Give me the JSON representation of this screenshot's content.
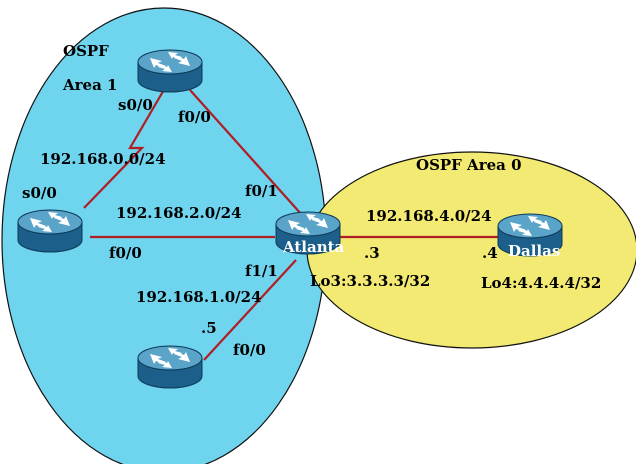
{
  "colors": {
    "area1_fill": "#6fd4ee",
    "area0_fill": "#f2ea72",
    "link": "#b01e24",
    "router_top": "#5aa3c9",
    "router_side": "#1b5f8a",
    "router_arrow": "#ffffff"
  },
  "areas": {
    "area1_line1": "OSPF",
    "area1_line2": "Area 1",
    "area0": "OSPF Area 0"
  },
  "routers": {
    "atlanta": "Atlanta",
    "dallas": "Dallas"
  },
  "icons": [
    "router-icon"
  ],
  "labels": {
    "top_s0": "s0/0",
    "top_f0": "f0/0",
    "left_s0": "s0/0",
    "left_f0": "f0/0",
    "atl_f01": "f0/1",
    "atl_f11": "f1/1",
    "atl_dot3": ".3",
    "dal_dot4": ".4",
    "bot_dot5": ".5",
    "bot_f0": "f0/0",
    "net_0": "192.168.0.0/24",
    "net_2": "192.168.2.0/24",
    "net_1": "192.168.1.0/24",
    "net_4": "192.168.4.0/24",
    "lo3": "Lo3:3.3.3.3/32",
    "lo4": "Lo4:4.4.4.4/32"
  }
}
